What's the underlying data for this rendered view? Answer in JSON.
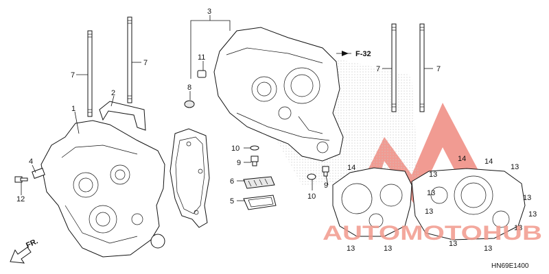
{
  "diagram": {
    "callouts": {
      "c1": "1",
      "c2": "2",
      "c3": "3",
      "c4": "4",
      "c5": "5",
      "c6": "6",
      "c7a": "7",
      "c7b": "7",
      "c7c": "7",
      "c7d": "7",
      "c8": "8",
      "c9a": "9",
      "c9b": "9",
      "c10a": "10",
      "c10b": "10",
      "c11": "11",
      "c12": "12",
      "c13a": "13",
      "c13b": "13",
      "c13c": "13",
      "c13d": "13",
      "c13e": "13",
      "c13f": "13",
      "c13g": "13",
      "c13h": "13",
      "c13i": "13",
      "c13j": "13",
      "c13k": "13",
      "c14a": "14",
      "c14b": "14",
      "c14c": "14"
    },
    "reference": "F-32",
    "front_label": "FR.",
    "drawing_code": "HN69E1400",
    "watermark": "AUTOMOTOHUB"
  },
  "colors": {
    "line": "#111111",
    "watermark": "#e8584a",
    "watermark_text": "#f29a8c",
    "stipple": "#c8c8c8"
  },
  "icons": {
    "front_arrow": "arrow-down-left-icon",
    "reference_arrow": "arrow-right-icon"
  }
}
